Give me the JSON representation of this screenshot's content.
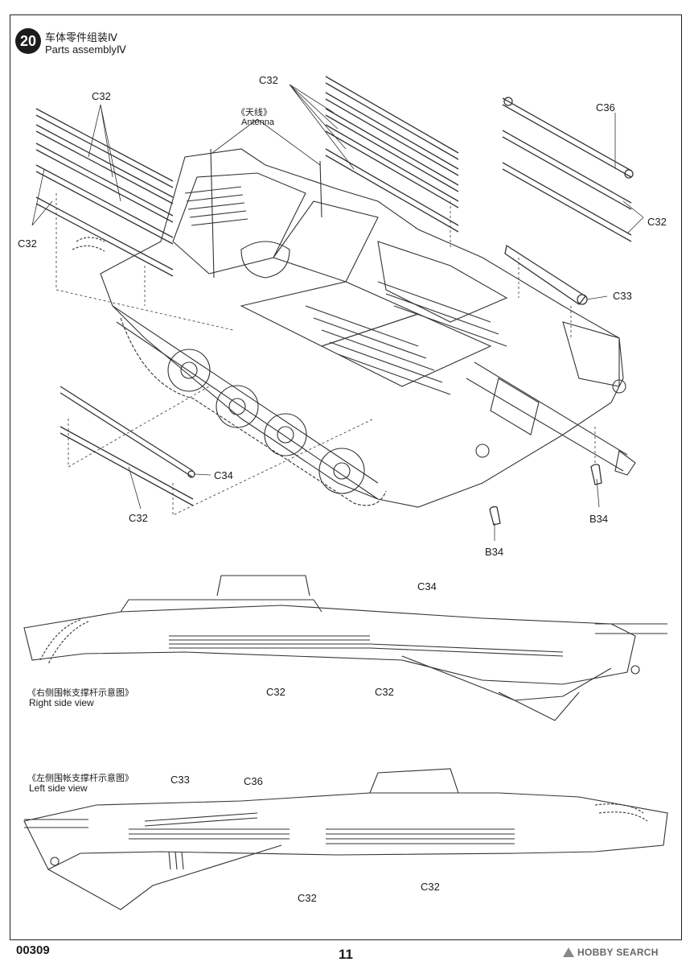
{
  "step": {
    "number": "20",
    "title_cn": "车体零件组装Ⅳ",
    "title_en": "Parts assemblyⅣ"
  },
  "callouts": {
    "antenna_cn": "《天线》",
    "antenna_en": "Antenna",
    "c32_top_left": "C32",
    "c32_left": "C32",
    "c32_top_center": "C32",
    "c36_top_right": "C36",
    "c32_right": "C32",
    "c33_right": "C33",
    "c34_left": "C34",
    "c32_bottom_left": "C32",
    "b34_right": "B34",
    "b34_center": "B34"
  },
  "right_view": {
    "title_cn": "《右侧围帐支撑杆示意图》",
    "title_en": "Right side view",
    "c34": "C34",
    "c32_a": "C32",
    "c32_b": "C32"
  },
  "left_view": {
    "title_cn": "《左侧围帐支撑杆示意图》",
    "title_en": "Left side view",
    "c33": "C33",
    "c36": "C36",
    "c32_a": "C32",
    "c32_b": "C32"
  },
  "footer": {
    "code": "00309",
    "page": "11",
    "watermark": "HOBBY SEARCH"
  }
}
